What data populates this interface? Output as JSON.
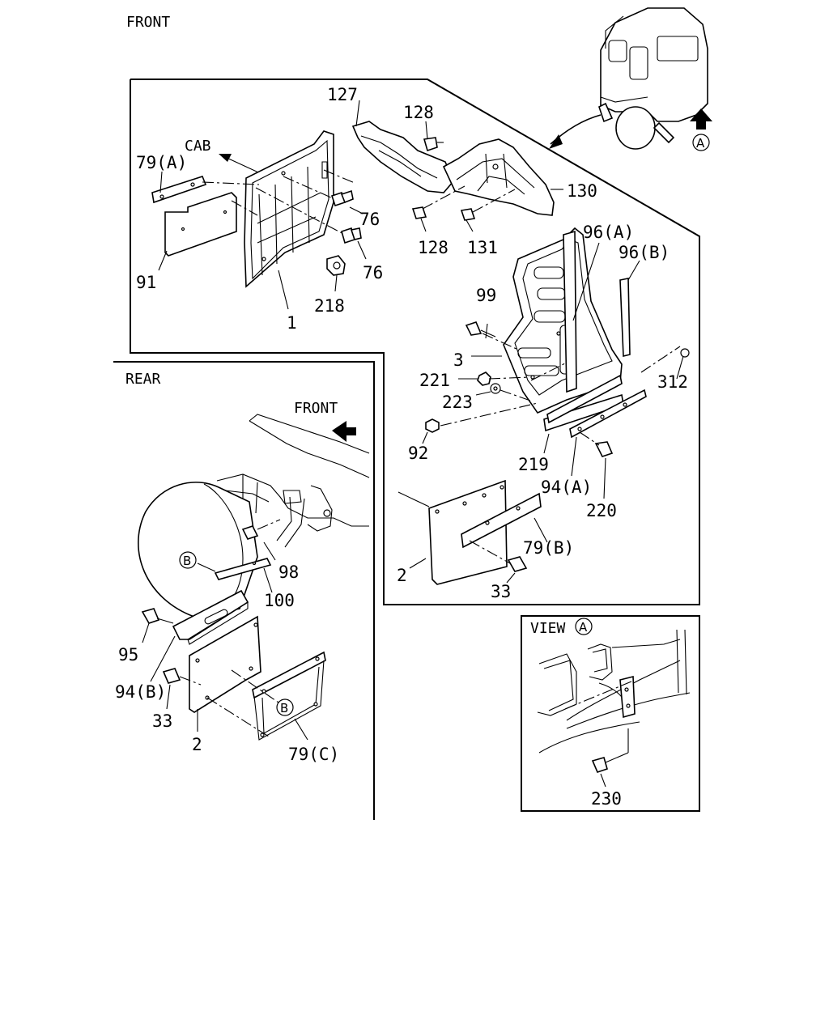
{
  "headers": {
    "front_top": "FRONT",
    "cab": "CAB",
    "rear": "REAR",
    "front_rear": "FRONT",
    "view": "VIEW"
  },
  "markers": {
    "a": "A",
    "b": "B"
  },
  "callouts": {
    "p127": "127",
    "p128a": "128",
    "p128b": "128",
    "p130": "130",
    "p131": "131",
    "p79a": "79(A)",
    "p91": "91",
    "p76a": "76",
    "p76b": "76",
    "p218": "218",
    "p1": "1",
    "p96a": "96(A)",
    "p96b": "96(B)",
    "p99": "99",
    "p3": "3",
    "p221": "221",
    "p223": "223",
    "p92": "92",
    "p312": "312",
    "p219": "219",
    "p94a": "94(A)",
    "p220": "220",
    "p2top": "2",
    "p79b": "79(B)",
    "p33top": "33",
    "p98": "98",
    "p100": "100",
    "p95": "95",
    "p94b": "94(B)",
    "p33rear": "33",
    "p2rear": "2",
    "p79c": "79(C)",
    "p230": "230"
  }
}
